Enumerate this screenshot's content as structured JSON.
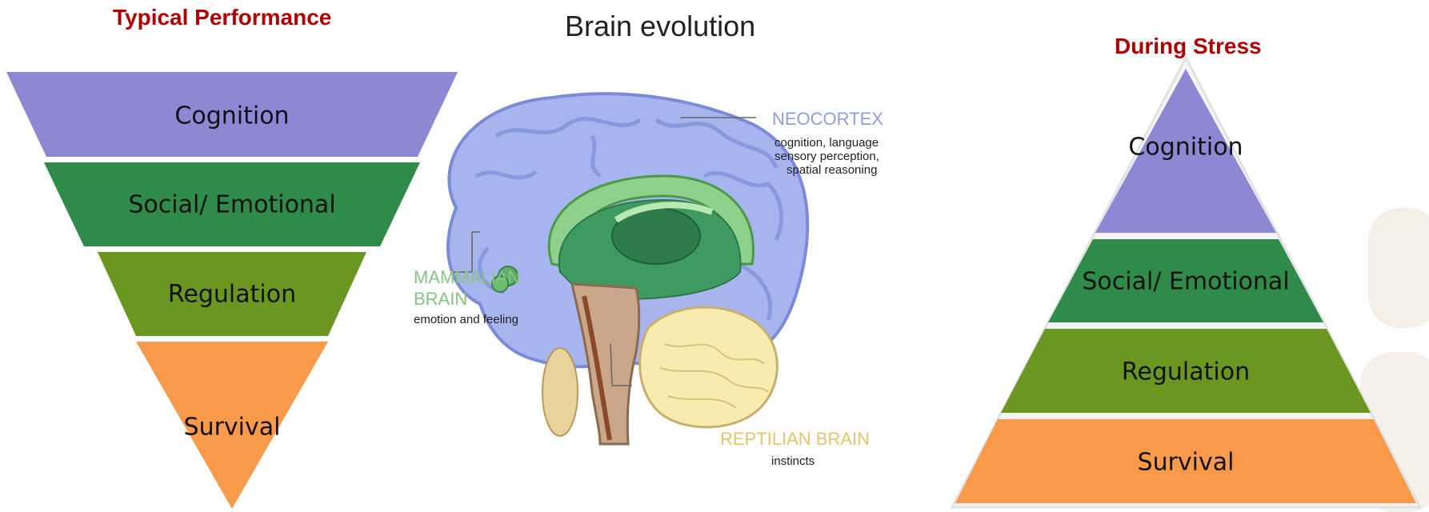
{
  "left_panel": {
    "title": "Typical Performance",
    "layers": [
      {
        "label": "Cognition",
        "color": "#8d88d4"
      },
      {
        "label": "Social/ Emotional",
        "color": "#2e8b4a"
      },
      {
        "label": "Regulation",
        "color": "#6b961f"
      },
      {
        "label": "Survival",
        "color": "#f89a4a"
      }
    ]
  },
  "center_panel": {
    "title": "Brain evolution",
    "neocortex": {
      "name": "NEOCORTEX",
      "desc_line1": "cognition, language",
      "desc_line2": "sensory perception,",
      "desc_line3": "spatial reasoning",
      "color": "#9aaae0"
    },
    "mammalian": {
      "name_line1": "MAMMALIAN",
      "name_line2": "BRAIN",
      "desc": "emotion and feeling",
      "color": "#8fc98f"
    },
    "reptilian": {
      "name": "REPTILIAN BRAIN",
      "desc": "instincts",
      "color": "#e8c770"
    }
  },
  "right_panel": {
    "title": "During Stress",
    "layers": [
      {
        "label": "Cognition",
        "color": "#8d88d4"
      },
      {
        "label": "Social/ Emotional",
        "color": "#2e8b4a"
      },
      {
        "label": "Regulation",
        "color": "#6b961f"
      },
      {
        "label": "Survival",
        "color": "#f89a4a"
      }
    ]
  }
}
